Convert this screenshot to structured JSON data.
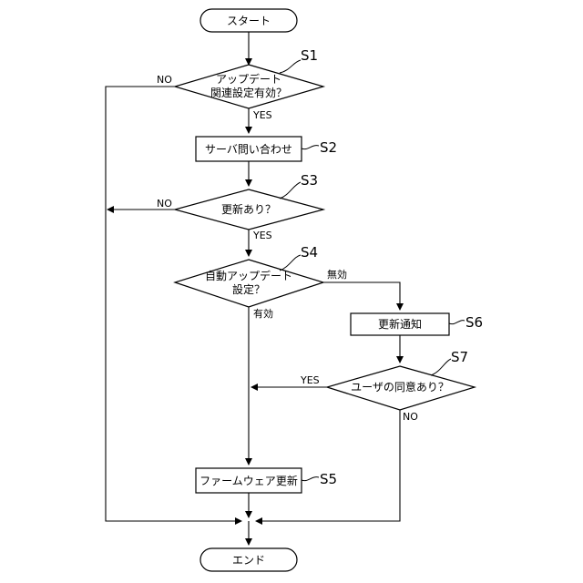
{
  "nodes": {
    "start": "スタート",
    "d_s1_line1": "アップデート",
    "d_s1_line2": "関連設定有効？",
    "p_s2": "サーバ問い合わせ",
    "d_s3": "更新あり？",
    "d_s4_line1": "自動アップデート",
    "d_s4_line2": "設定？",
    "p_s6": "更新通知",
    "d_s7": "ユーザの同意あり？",
    "p_s5": "ファームウェア更新",
    "end": "エンド"
  },
  "steps": {
    "s1": "S1",
    "s2": "S2",
    "s3": "S3",
    "s4": "S4",
    "s5": "S5",
    "s6": "S6",
    "s7": "S7"
  },
  "edges": {
    "s1_no": "NO",
    "s1_yes": "YES",
    "s3_no": "NO",
    "s3_yes": "YES",
    "s4_disabled": "無効",
    "s4_enabled": "有効",
    "s7_yes": "YES",
    "s7_no": "NO"
  }
}
